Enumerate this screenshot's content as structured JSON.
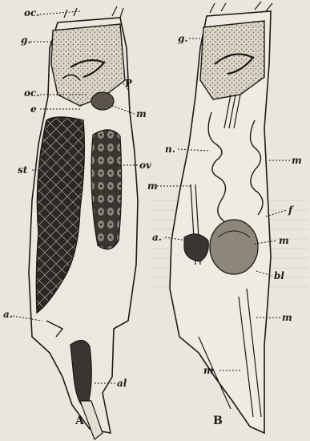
{
  "figure": {
    "panels": [
      {
        "id": "A",
        "label": "A"
      },
      {
        "id": "B",
        "label": "B"
      }
    ],
    "labels": {
      "a_oc_top": "oc.",
      "a_g": "g.",
      "a_oc_mid": "oc.",
      "a_e": "e",
      "a_p": "P",
      "a_m": "m",
      "a_st": "st",
      "a_ov": "ov",
      "a_a": "a.",
      "a_al": "al",
      "b_g": "g.",
      "b_n": "n.",
      "b_m_right": "m",
      "b_m_left": "m",
      "b_f": "f",
      "b_a": "a.",
      "b_m_mid": "m",
      "b_bl": "bl",
      "b_m_lowright": "m",
      "b_m_bottom": "m"
    },
    "colors": {
      "paper": "#e9e6dd",
      "ink": "#1b1a17",
      "dark_tissue": "#2a2622",
      "stipple": "#7a746a",
      "light_tissue": "#d9d3c5"
    }
  }
}
